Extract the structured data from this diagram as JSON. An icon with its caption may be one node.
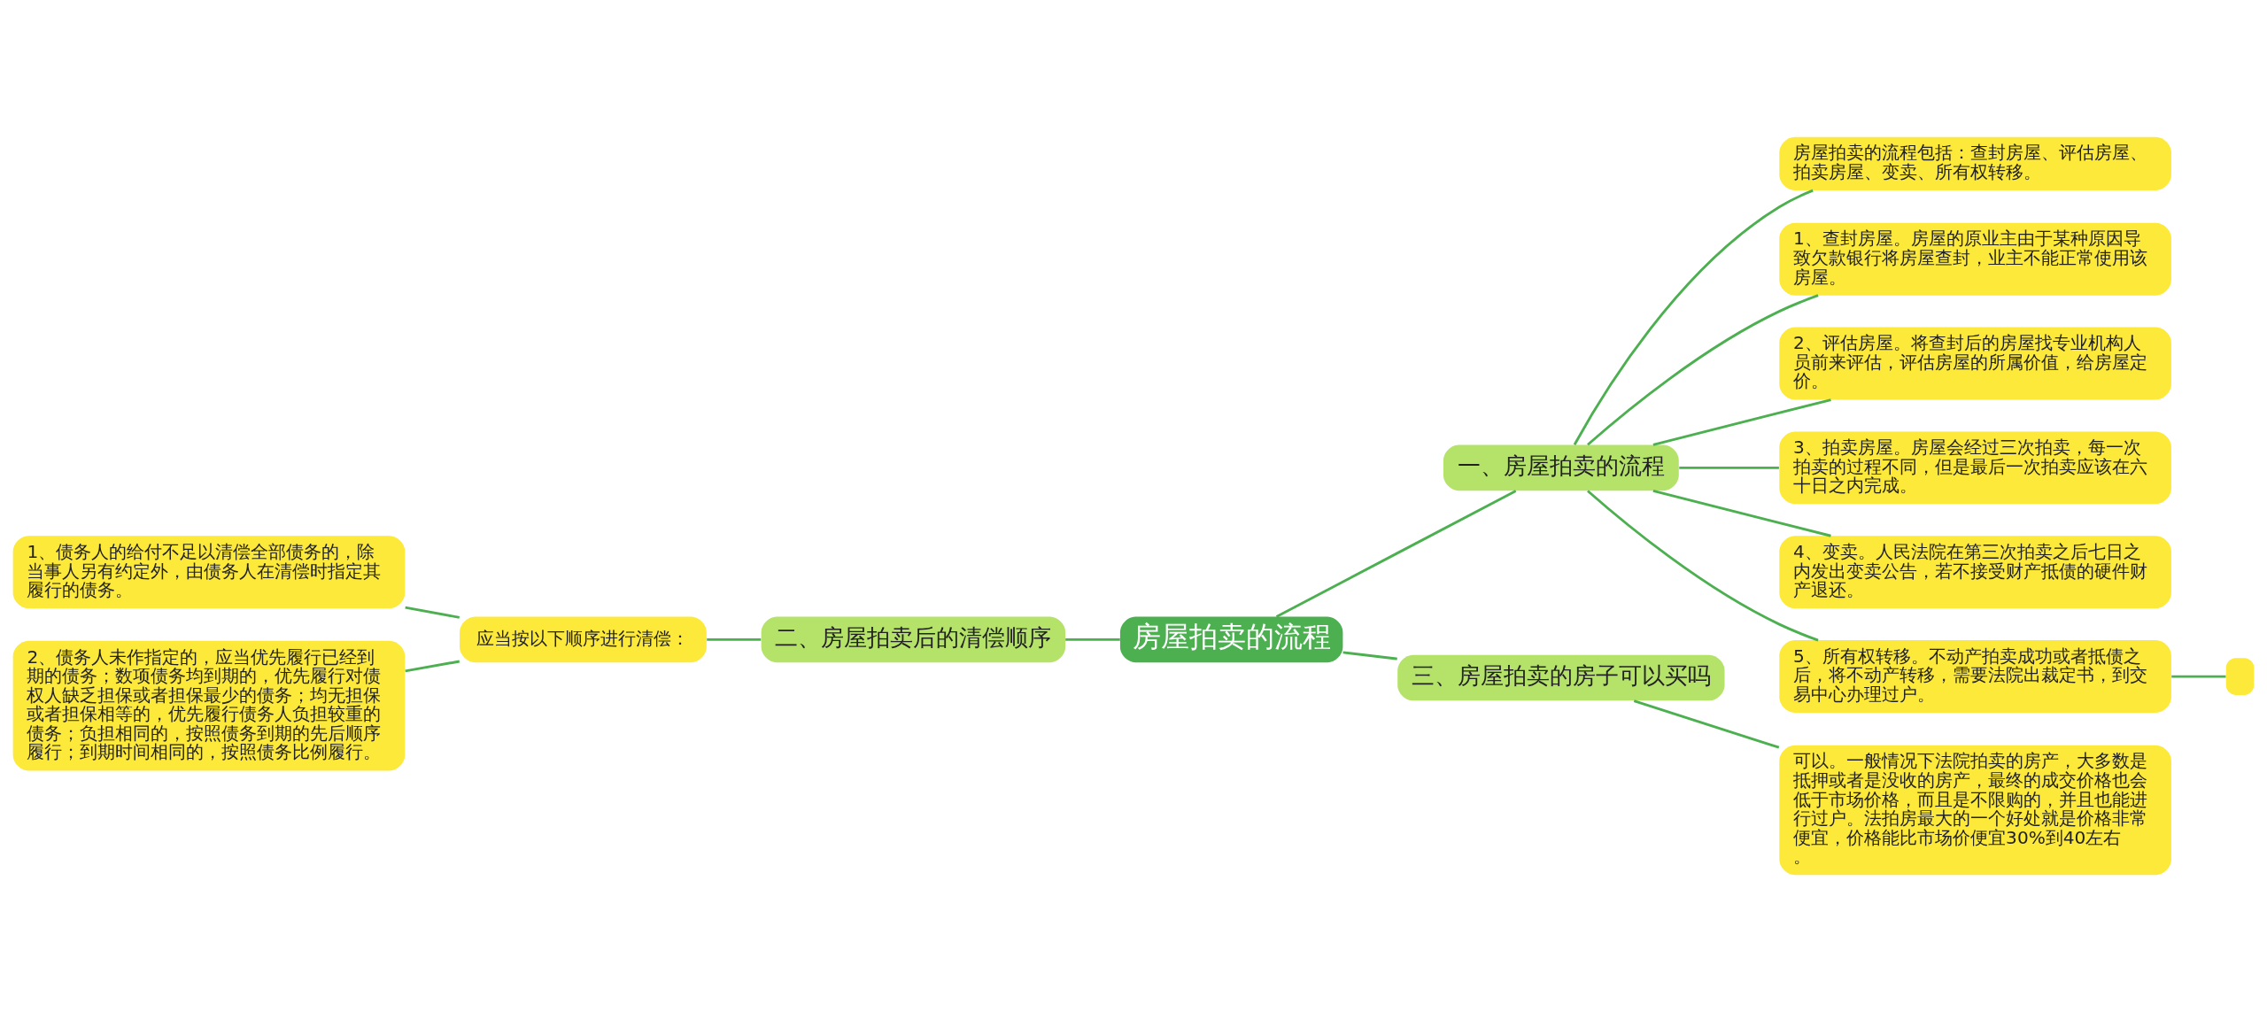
{
  "diagram": {
    "nodes": [
      {
        "text": [
          "房屋拍卖的流程"
        ]
      },
      {
        "text": [
          "一、房屋拍卖的流程"
        ]
      },
      {
        "text": [
          "房屋拍卖的流程包括：查封房屋、评估房屋、拍卖房屋、变卖、所有权转移。"
        ]
      },
      {
        "text": [
          "1、查封房屋。房屋的原业主由于某种原因导致欠款银行将房屋查封，业主不能正常使用该房屋。"
        ]
      },
      {
        "text": [
          "2、评估房屋。将查封后的房屋找专业机构人员前来评估，评估房屋的所属价值，给房屋定价。"
        ]
      },
      {
        "text": [
          "3、拍卖房屋。房屋会经过三次拍卖，每一次拍卖的过程不同，但是最后一次拍卖应该在六十日之内完成。"
        ]
      },
      {
        "text": [
          "4、变卖。人民法院在第三次拍卖之后七日之内发出变卖公告，若不接受财产抵债的硬件财产退还。"
        ]
      },
      {
        "text": [
          "5、所有权转移。不动产拍卖成功或者抵债之后，将不动产转移，需要法院出裁定书，到交易中心办理过户。"
        ]
      },
      {
        "text": [],
        "shape": "box"
      },
      {
        "text": [
          "三、房屋拍卖的房子可以买吗"
        ]
      },
      {
        "text": [
          "可以。一般情况下法院拍卖的房产，大多数是抵押或者是没收的房产，最终的成交价格也会低于市场价格，而且是不限购的，并且也能进行过户。法拍房最大的一个好处就是价格非常便宜，价格能比市场价便宜30%到40左右。"
        ]
      },
      {
        "text": [
          "二、房屋拍卖后的清偿顺序"
        ]
      },
      {
        "text": [
          "应当按以下顺序进行清偿："
        ]
      },
      {
        "text": [
          "1、债务人的给付不足以清偿全部债务的，除当事人另有约定外，由债务人在清偿时指定其履行的债务。"
        ]
      },
      {
        "text": [
          "2、债务人未作指定的，应当优先履行已经到期的债务；数项债务均到期的，优先履行对债权人缺乏担保或者担保最少的债务；均无担保或者担保相等的，优先履行债务人负担较重的债务；负担相同的，按照债务到期的先后顺序履行；到期时间相同的，按照债务比例履行。"
        ]
      }
    ],
    "edges": [
      {
        "from": 0,
        "to": 1,
        "arrow": "none"
      },
      {
        "from": 1,
        "to": 2,
        "arrow": "none"
      },
      {
        "from": 1,
        "to": 3,
        "arrow": "none"
      },
      {
        "from": 1,
        "to": 4,
        "arrow": "none"
      },
      {
        "from": 1,
        "to": 5,
        "arrow": "none"
      },
      {
        "from": 1,
        "to": 6,
        "arrow": "none"
      },
      {
        "from": 1,
        "to": 7,
        "arrow": "none"
      },
      {
        "from": 7,
        "to": 8,
        "arrow": "none"
      },
      {
        "from": 0,
        "to": 9,
        "arrow": "none"
      },
      {
        "from": 9,
        "to": 10,
        "arrow": "none"
      },
      {
        "from": 13,
        "to": 12,
        "arrow": "none"
      },
      {
        "from": 14,
        "to": 12,
        "arrow": "none"
      },
      {
        "from": 12,
        "to": 11,
        "arrow": "none"
      },
      {
        "from": 11,
        "to": 0,
        "arrow": "none"
      }
    ]
  }
}
